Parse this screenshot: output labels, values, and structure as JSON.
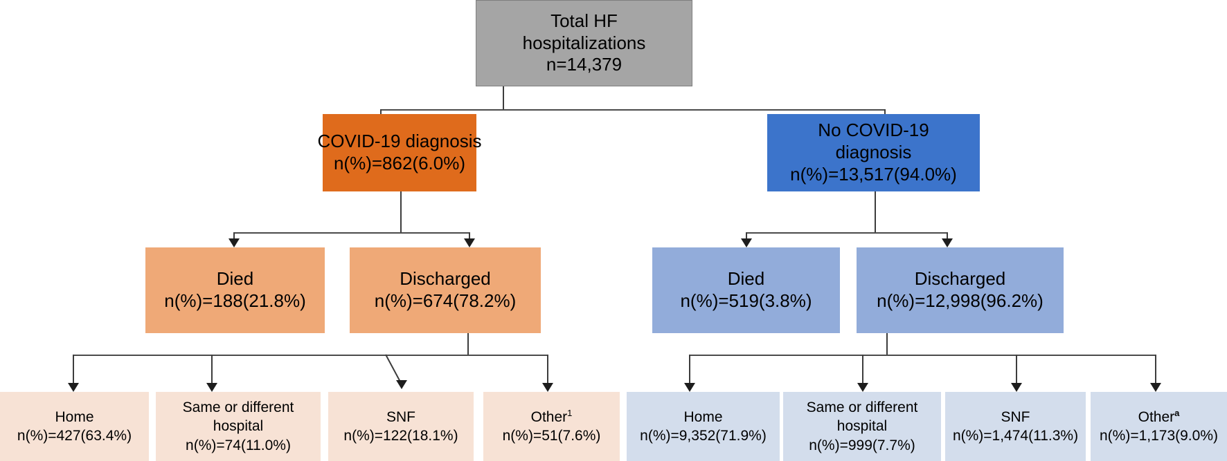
{
  "diagram": {
    "title": "HF hospitalizations COVID-19 outcome flow diagram",
    "colors": {
      "total": "#A5A5A5",
      "covid": "#DF6B1C",
      "no_covid": "#3C74CB",
      "level3_orange": "#EFA977",
      "level3_blue": "#92ACDA",
      "level4_orange": "#F7E2D5",
      "level4_blue": "#D3DDEC",
      "connector": "#4A4A4A"
    },
    "level1": {
      "total": {
        "line1": "Total HF",
        "line2": "hospitalizations",
        "line3": "n=14,379"
      }
    },
    "level2": {
      "covid": {
        "line1": "COVID-19 diagnosis",
        "line2": "n(%)=862(6.0%)"
      },
      "no_covid": {
        "line1": "No COVID-19",
        "line2": "diagnosis",
        "line3": "n(%)=13,517(94.0%)"
      }
    },
    "level3": {
      "covid_died": {
        "line1": "Died",
        "line2": "n(%)=188(21.8%)"
      },
      "covid_discharged": {
        "line1": "Discharged",
        "line2": "n(%)=674(78.2%)"
      },
      "nocovid_died": {
        "line1": "Died",
        "line2": "n(%)=519(3.8%)"
      },
      "nocovid_discharged": {
        "line1": "Discharged",
        "line2": "n(%)=12,998(96.2%)"
      }
    },
    "level4_covid": [
      {
        "line1": "Home",
        "line2": "",
        "line3": "n(%)=427(63.4%)",
        "superscript": ""
      },
      {
        "line1": "Same or different",
        "line2": "hospital",
        "line3": "n(%)=74(11.0%)",
        "superscript": ""
      },
      {
        "line1": "SNF",
        "line2": "",
        "line3": "n(%)=122(18.1%)",
        "superscript": ""
      },
      {
        "line1": "Other",
        "line2": "",
        "line3": "n(%)=51(7.6%)",
        "superscript": "1"
      }
    ],
    "level4_nocovid": [
      {
        "line1": "Home",
        "line2": "",
        "line3": "n(%)=9,352(71.9%)",
        "superscript": ""
      },
      {
        "line1": "Same or different",
        "line2": "hospital",
        "line3": "n(%)=999(7.7%)",
        "superscript": ""
      },
      {
        "line1": "SNF",
        "line2": "",
        "line3": "n(%)=1,474(11.3%)",
        "superscript": ""
      },
      {
        "line1": "Other",
        "line2": "",
        "line3": "n(%)=1,173(9.0%)",
        "superscript": "a"
      }
    ]
  }
}
